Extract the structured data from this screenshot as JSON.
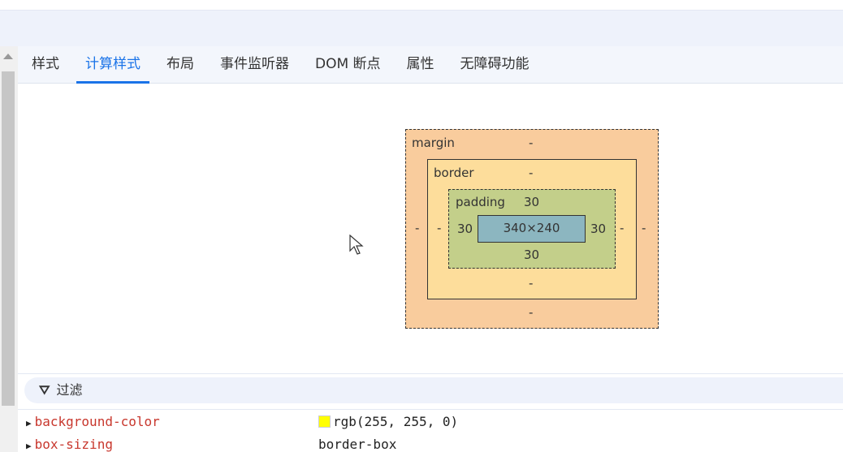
{
  "tabs": [
    {
      "label": "样式"
    },
    {
      "label": "计算样式",
      "active": true
    },
    {
      "label": "布局"
    },
    {
      "label": "事件监听器"
    },
    {
      "label": "DOM 断点"
    },
    {
      "label": "属性"
    },
    {
      "label": "无障碍功能"
    }
  ],
  "box_model": {
    "margin": {
      "label": "margin",
      "top": "-",
      "right": "-",
      "bottom": "-",
      "left": "-"
    },
    "border": {
      "label": "border",
      "top": "-",
      "right": "-",
      "bottom": "-",
      "left": "-"
    },
    "padding": {
      "label": "padding",
      "top": "30",
      "right": "30",
      "bottom": "30",
      "left": "30"
    },
    "content": "340×240",
    "colors": {
      "margin": "#f9cc9d",
      "border": "#fddd9b",
      "padding": "#c3cf8a",
      "content": "#8cb6c0"
    }
  },
  "filter": {
    "icon": "filter-icon",
    "placeholder": "过滤"
  },
  "properties": [
    {
      "name": "background-color",
      "value": "rgb(255, 255, 0)",
      "swatch": "#ffff00"
    },
    {
      "name": "box-sizing",
      "value": "border-box"
    }
  ]
}
